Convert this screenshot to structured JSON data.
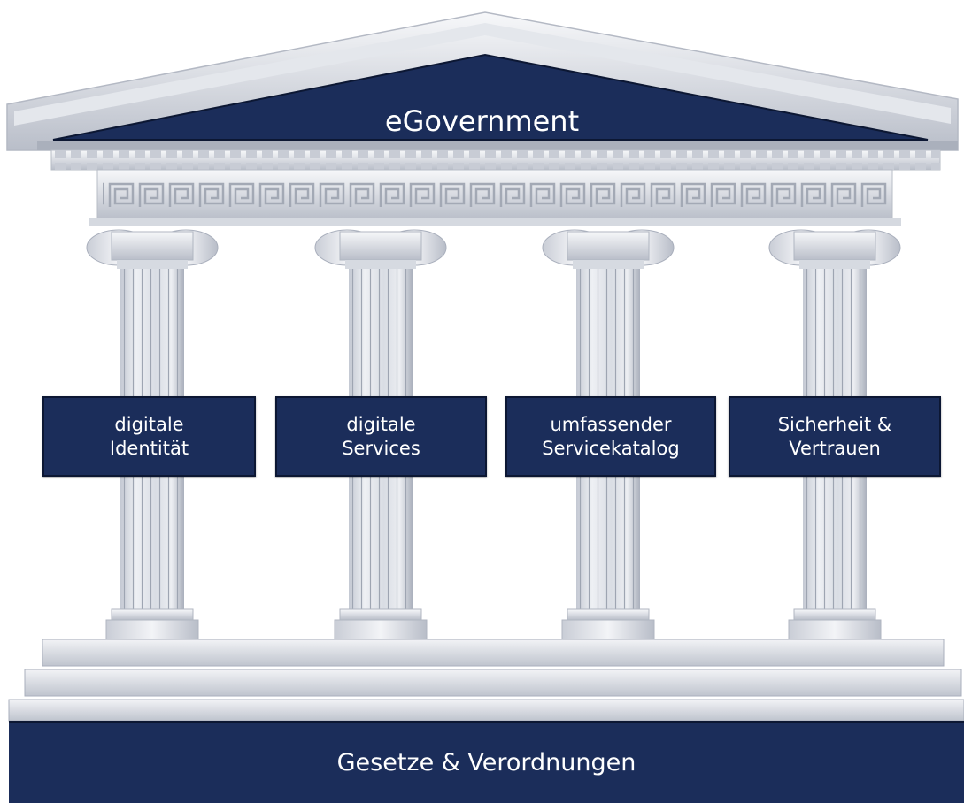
{
  "roof": {
    "title": "eGovernment"
  },
  "pillars": [
    {
      "line1": "digitale",
      "line2": "Identität"
    },
    {
      "line1": "digitale",
      "line2": "Services"
    },
    {
      "line1": "umfassender",
      "line2": "Servicekatalog"
    },
    {
      "line1": "Sicherheit &",
      "line2": "Vertrauen"
    }
  ],
  "foundation": {
    "label": "Gesetze & Verordnungen"
  },
  "colors": {
    "navy": "#1b2d5a",
    "stone_light": "#eef0f4",
    "stone_dark": "#a9afbc"
  }
}
